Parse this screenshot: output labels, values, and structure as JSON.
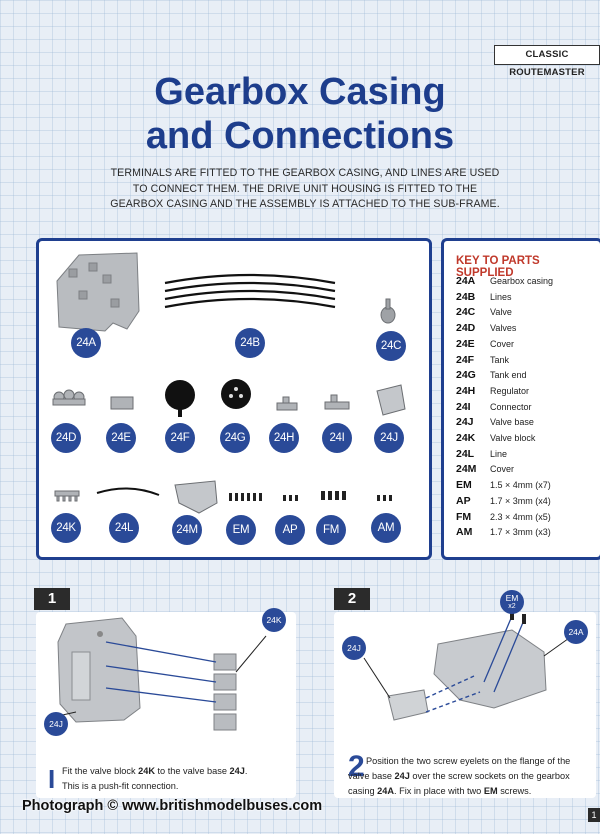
{
  "series_tag": "CLASSIC ROUTEMASTER",
  "title_line1": "Gearbox Casing",
  "title_line2": "and Connections",
  "intro": "TERMINALS ARE FITTED TO THE GEARBOX CASING, AND LINES ARE USED TO CONNECT THEM. THE DRIVE UNIT HOUSING IS FITTED TO THE GEARBOX CASING AND THE ASSEMBLY IS ATTACHED TO THE SUB-FRAME.",
  "parts_labels": [
    "24A",
    "24B",
    "24C",
    "24D",
    "24E",
    "24F",
    "24G",
    "24H",
    "24I",
    "24J",
    "24K",
    "24L",
    "24M",
    "EM",
    "AP",
    "FM",
    "AM"
  ],
  "key": {
    "title": "KEY TO PARTS SUPPLIED",
    "items": [
      {
        "code": "24A",
        "name": "Gearbox casing"
      },
      {
        "code": "24B",
        "name": "Lines"
      },
      {
        "code": "24C",
        "name": "Valve"
      },
      {
        "code": "24D",
        "name": "Valves"
      },
      {
        "code": "24E",
        "name": "Cover"
      },
      {
        "code": "24F",
        "name": "Tank"
      },
      {
        "code": "24G",
        "name": "Tank end"
      },
      {
        "code": "24H",
        "name": "Regulator"
      },
      {
        "code": "24I",
        "name": "Connector"
      },
      {
        "code": "24J",
        "name": "Valve base"
      },
      {
        "code": "24K",
        "name": "Valve block"
      },
      {
        "code": "24L",
        "name": "Line"
      },
      {
        "code": "24M",
        "name": "Cover"
      },
      {
        "code": "EM",
        "name": "1.5 × 4mm (x7)"
      },
      {
        "code": "AP",
        "name": "1.7 × 3mm (x4)"
      },
      {
        "code": "FM",
        "name": "2.3 × 4mm (x5)"
      },
      {
        "code": "AM",
        "name": "1.7 × 3mm (x3)"
      }
    ]
  },
  "step1": {
    "number": "1",
    "callouts": [
      "24K",
      "24J"
    ],
    "text_a": "Fit the valve block ",
    "text_b": "24K",
    "text_c": " to the valve base ",
    "text_d": "24J",
    "text_e": ".",
    "text_line2": "This is a push-fit connection."
  },
  "step2": {
    "number": "2",
    "callouts": [
      "24J",
      "24A"
    ],
    "em_callout": "EM",
    "em_qty": "x2",
    "text_a": "Position the two screw eyelets on the flange of the valve base ",
    "text_b": "24J",
    "text_c": " over the screw sockets on the gearbox casing ",
    "text_d": "24A",
    "text_e": ". Fix in place with two ",
    "text_f": "EM",
    "text_g": " screws."
  },
  "photo_credit": "Photograph © www.britishmodelbuses.com",
  "page_tab": "1"
}
